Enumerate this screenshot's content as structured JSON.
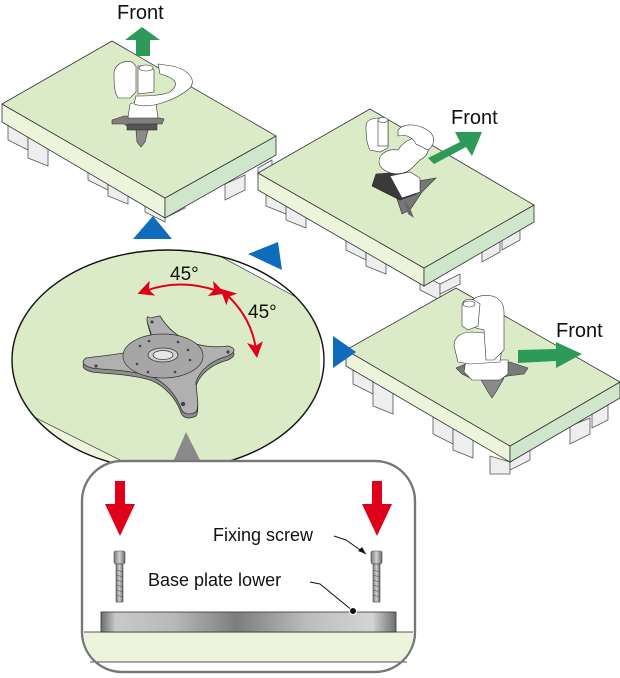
{
  "diagram": {
    "title": "Robot base plate mounting orientation",
    "labels": {
      "front_top_left": "Front",
      "front_top_right": "Front",
      "front_right": "Front",
      "angle_1": "45°",
      "angle_2": "45°",
      "fixing_screw": "Fixing screw",
      "base_plate_lower": "Base plate lower"
    },
    "colors": {
      "table_top": "#dcebc7",
      "table_side_front": "#ecf4dc",
      "table_side_right": "#cfe6cc",
      "table_leg": "#eeeeee",
      "front_arrow": "#2e9a5a",
      "pointer_triangle": "#0f6bbb",
      "angle_arrow": "#e0001a",
      "insert_arrow": "#e0001a",
      "plate_metal": "#9a9a9a",
      "outline": "#333333"
    },
    "icons": {
      "front_arrow": "arrow-icon",
      "pointer": "triangle-pointer-icon",
      "insert": "down-arrow-icon",
      "screw": "screw-icon",
      "base_plate": "base-plate-icon",
      "robot": "robot-arm-icon"
    }
  }
}
